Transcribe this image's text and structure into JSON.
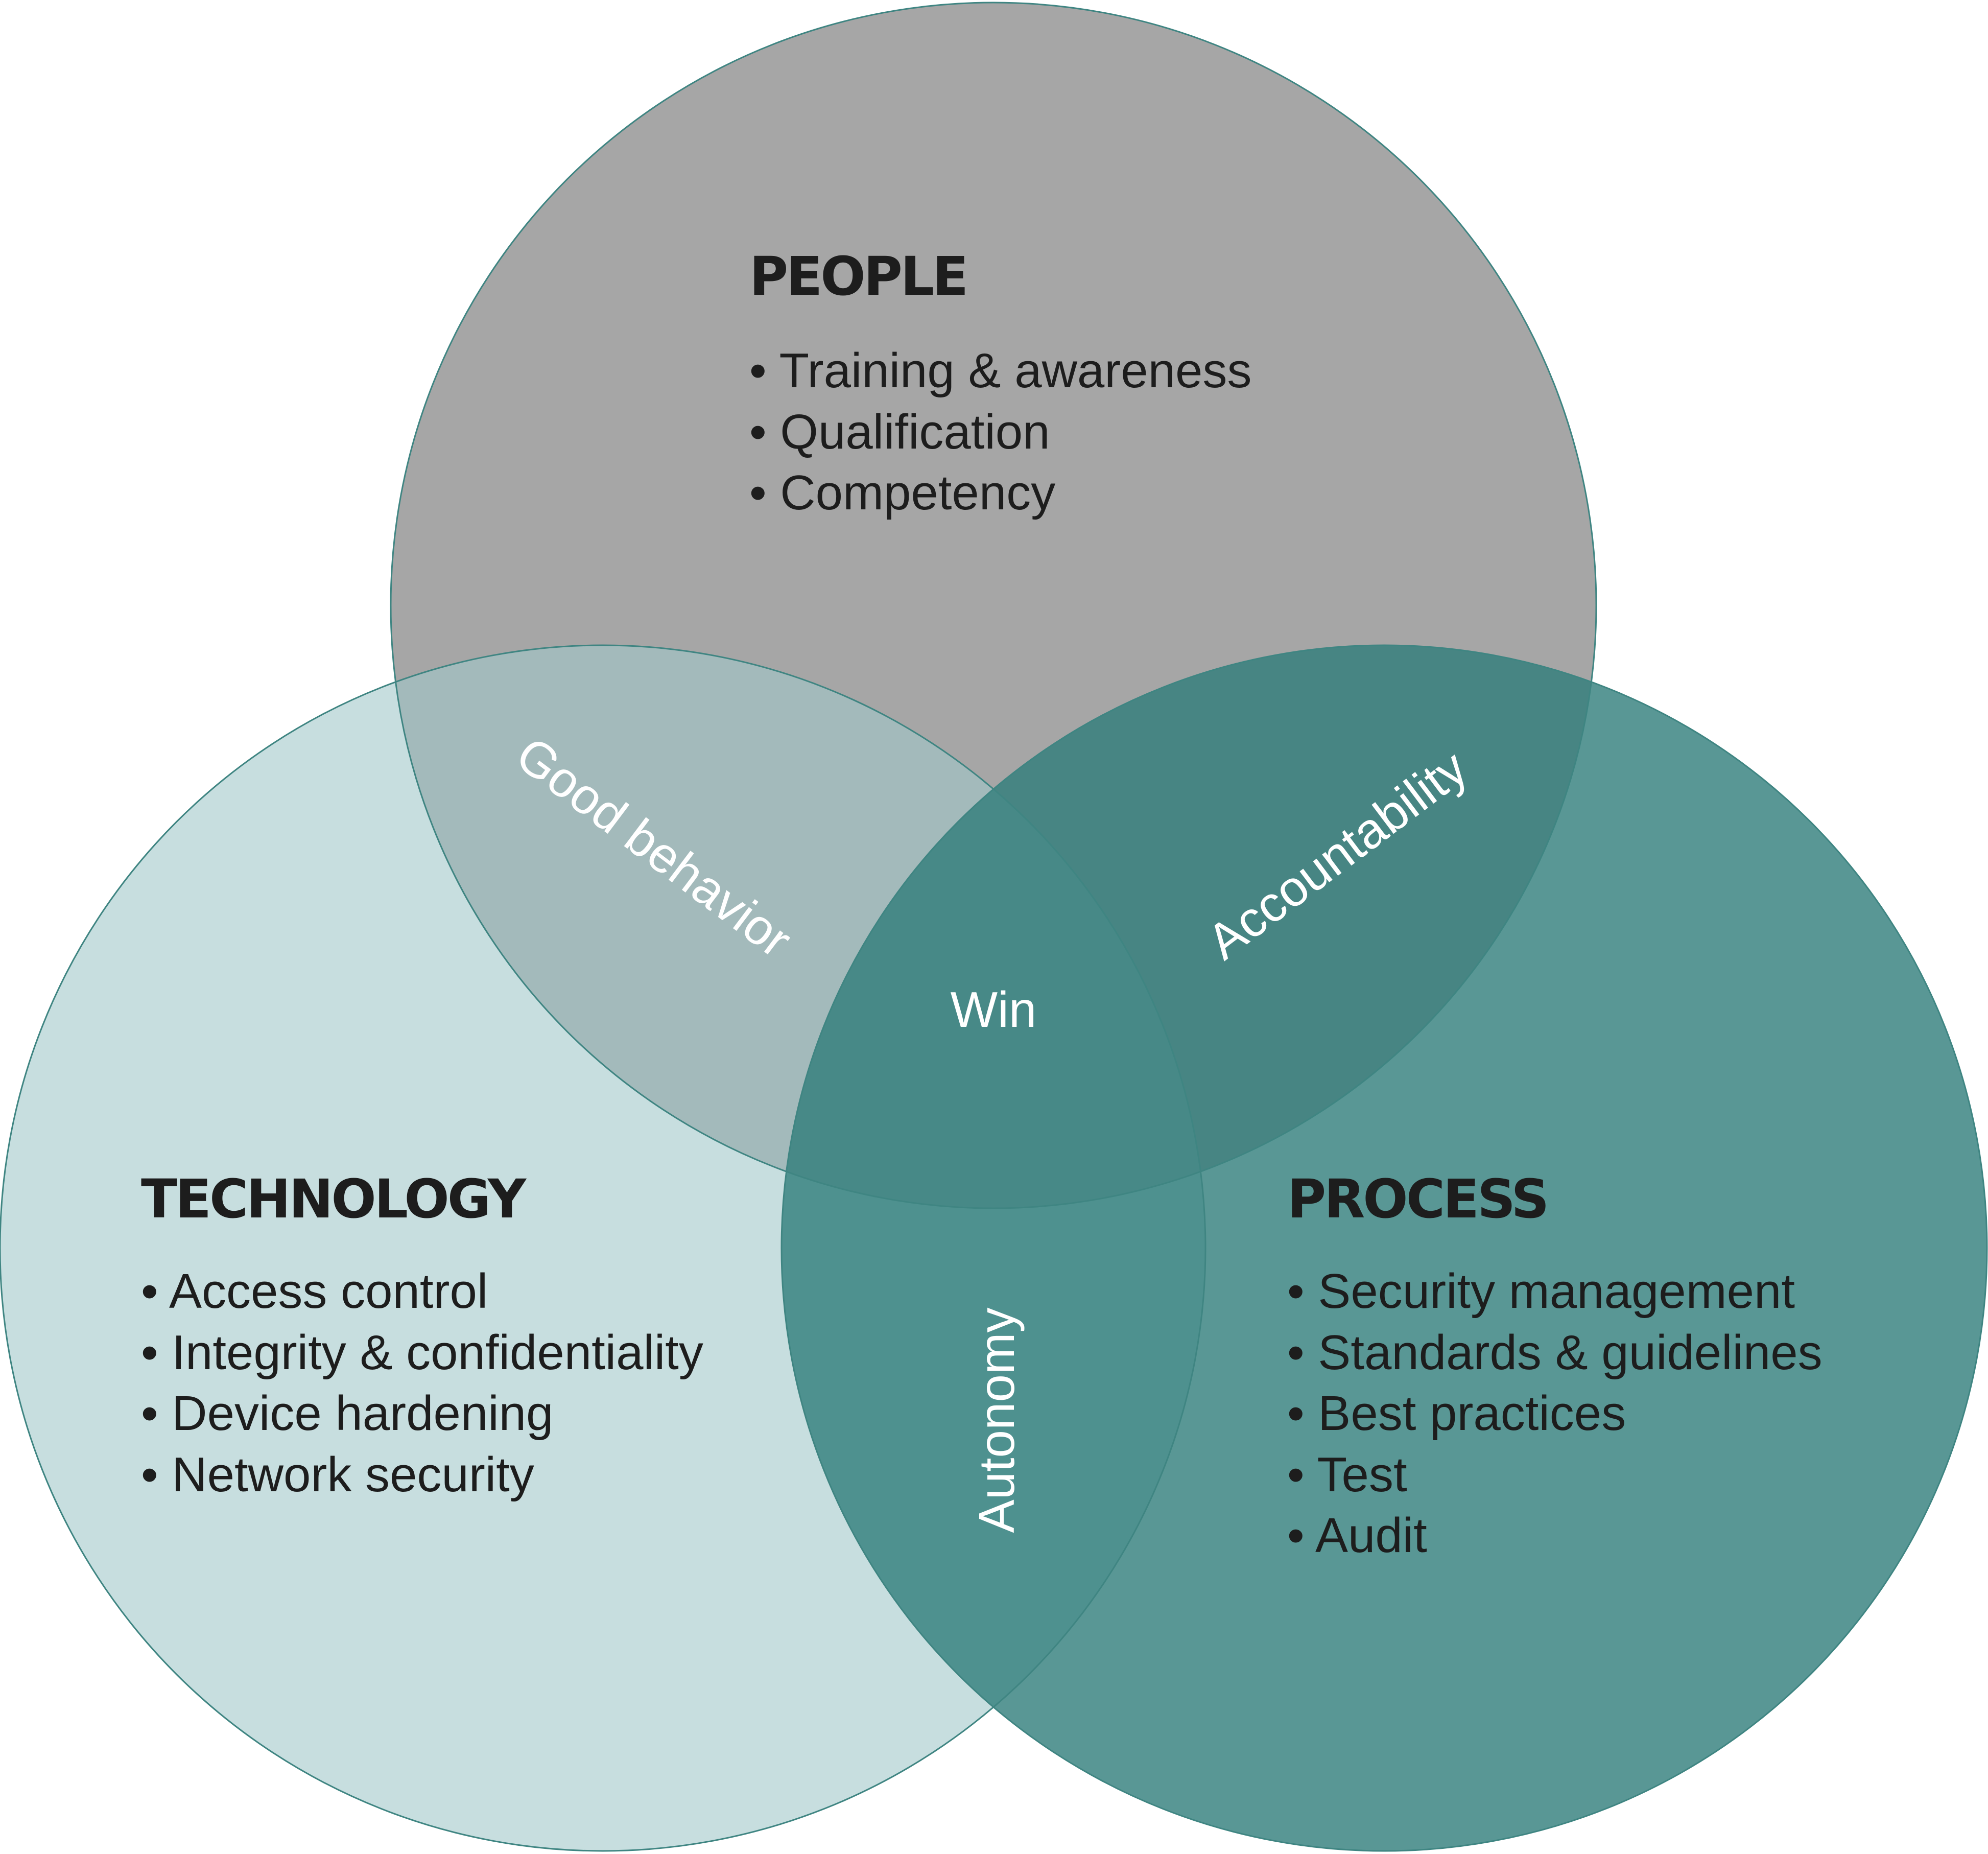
{
  "people": {
    "title": "PEOPLE",
    "items": [
      "• Training & awareness",
      "• Qualification",
      "• Competency"
    ],
    "color": "#a6a6a6"
  },
  "technology": {
    "title": "TECHNOLOGY",
    "items": [
      "• Access control",
      "• Integrity & confidentiality",
      "• Device hardening",
      "• Network security"
    ],
    "color": "#a2c8ca"
  },
  "process": {
    "title": "PROCESS",
    "items": [
      "• Security management",
      "• Standards & guidelines",
      "• Best practices",
      "• Test",
      "• Audit"
    ],
    "color": "#2f7d7a"
  },
  "overlaps": {
    "people_technology": "Good behavior",
    "people_process": "Accountability",
    "technology_process": "Autonomy",
    "center": "Win"
  }
}
